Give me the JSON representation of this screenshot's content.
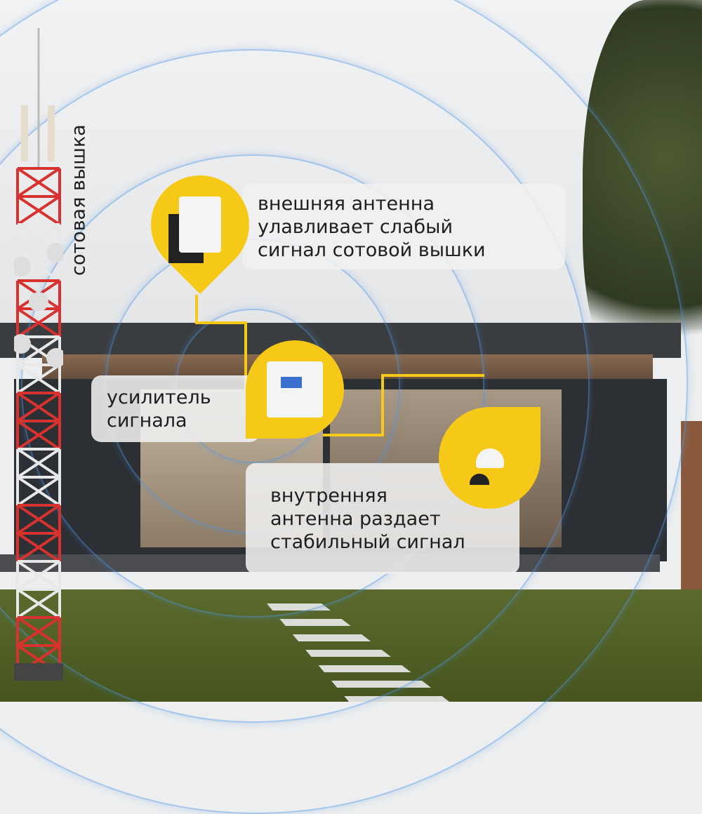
{
  "tower_label": "сотовая вышка",
  "outdoor_antenna": {
    "lines": [
      "внешняя антенна",
      "улавливает слабый",
      "сигнал сотовой вышки"
    ]
  },
  "booster": {
    "lines": [
      "усилитель",
      "сигнала"
    ]
  },
  "indoor_antenna": {
    "lines": [
      "внутренняя",
      "антенна раздает",
      "стабильный сигнал"
    ]
  },
  "colors": {
    "accent": "#f6c919",
    "signal": "#5096e6",
    "tower_red": "#d8322e"
  }
}
